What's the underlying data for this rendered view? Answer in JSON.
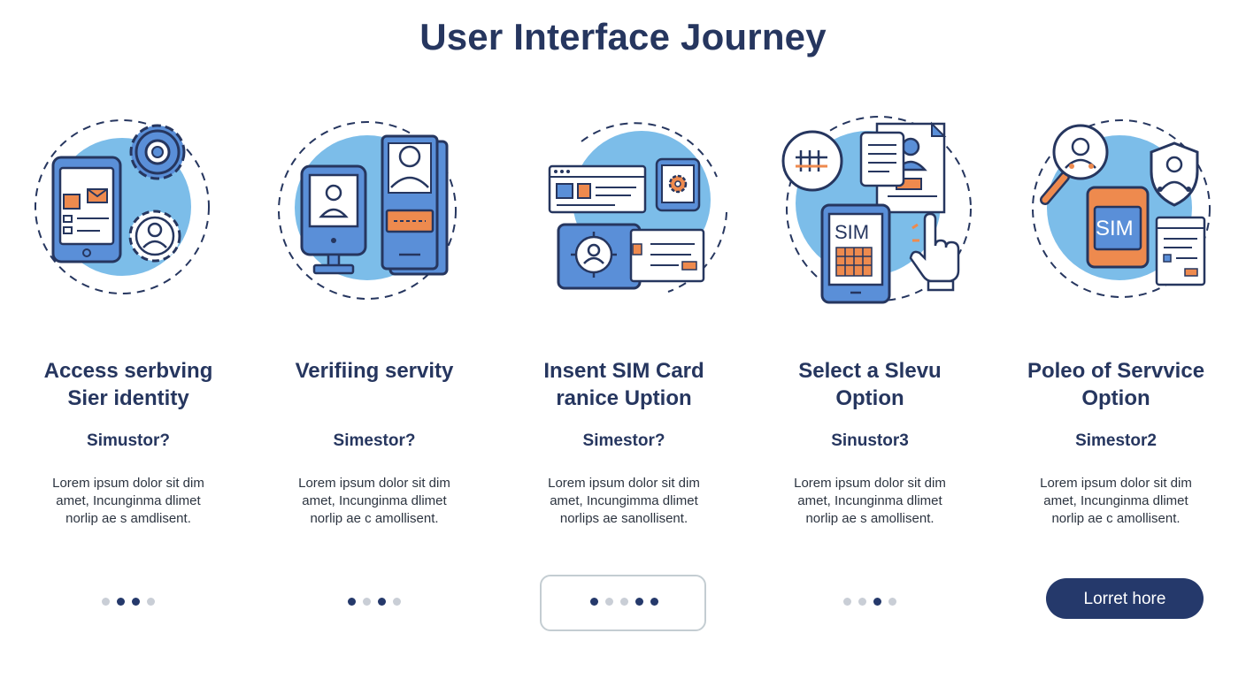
{
  "header": {
    "title": "User Interface Journey"
  },
  "colors": {
    "navy": "#25396b",
    "blue": "#5a8fd8",
    "light_blue": "#7cbde9",
    "orange": "#ee8a4e",
    "dot_inactive": "#c9ced6"
  },
  "steps": [
    {
      "title_lines": [
        "Access serbving",
        "Sier identity"
      ],
      "subtitle": "Simustor?",
      "desc_lines": [
        "Lorem ipsum dolor sit dim",
        "amet, Incunginma dlimet",
        "norlip ae s amdlisent."
      ],
      "icons": [
        "smartphone-icon",
        "gear-icon",
        "user-gear-icon"
      ],
      "dots": [
        false,
        true,
        true,
        false
      ]
    },
    {
      "title_lines": [
        "Verifiing servity"
      ],
      "subtitle": "Simestor?",
      "desc_lines": [
        "Lorem ipsum dolor sit dim",
        "amet, Incunginma dlimet",
        "norlip ae c amollisent."
      ],
      "icons": [
        "kiosk-monitor-icon",
        "id-card-icon"
      ],
      "dots": [
        true,
        false,
        true,
        false
      ]
    },
    {
      "title_lines": [
        "Insent SIM Card",
        "ranice Uption"
      ],
      "subtitle": "Simestor?",
      "desc_lines": [
        "Lorem ipsum dolor sit dim",
        "amet, Incungimma dlimet",
        "norlips ae sanollisent."
      ],
      "icons": [
        "browser-window-icon",
        "tablet-gear-icon",
        "card-reader-icon"
      ],
      "dots": [
        true,
        false,
        false,
        true,
        true
      ]
    },
    {
      "title_lines": [
        "Select a Slevu",
        "Option"
      ],
      "subtitle": "Sinustor3",
      "desc_lines": [
        "Lorem ipsum dolor sit dim",
        "amet, Incunginma dlimet",
        "norlip ae s amollisent."
      ],
      "icons": [
        "grid-circle-icon",
        "documents-icon",
        "sim-phone-icon",
        "pointing-hand-icon"
      ],
      "dots": [
        false,
        false,
        true,
        false
      ]
    },
    {
      "title_lines": [
        "Poleo of Servvice",
        "Option"
      ],
      "subtitle": "Simestor2",
      "desc_lines": [
        "Lorem ipsum dolor sit dim",
        "amet, Incunginma dlimet",
        "norlip ae c amollisent."
      ],
      "icons": [
        "magnifier-user-icon",
        "shield-user-icon",
        "sim-card-icon",
        "document-icon"
      ],
      "cta_label": "Lorret hore"
    }
  ]
}
